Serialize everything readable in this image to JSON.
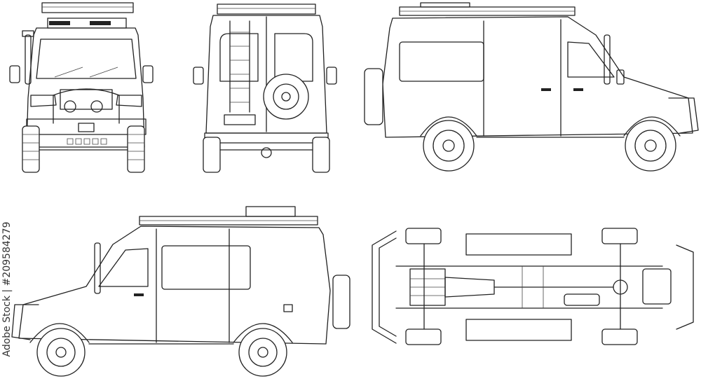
{
  "image": {
    "background": "#ffffff",
    "line_color": "#222222",
    "views": [
      {
        "id": "front-view"
      },
      {
        "id": "rear-view"
      },
      {
        "id": "right-side-view"
      },
      {
        "id": "left-side-view"
      },
      {
        "id": "underside-chassis-view"
      }
    ]
  },
  "watermark": {
    "text": "Adobe Stock | #209584279"
  }
}
